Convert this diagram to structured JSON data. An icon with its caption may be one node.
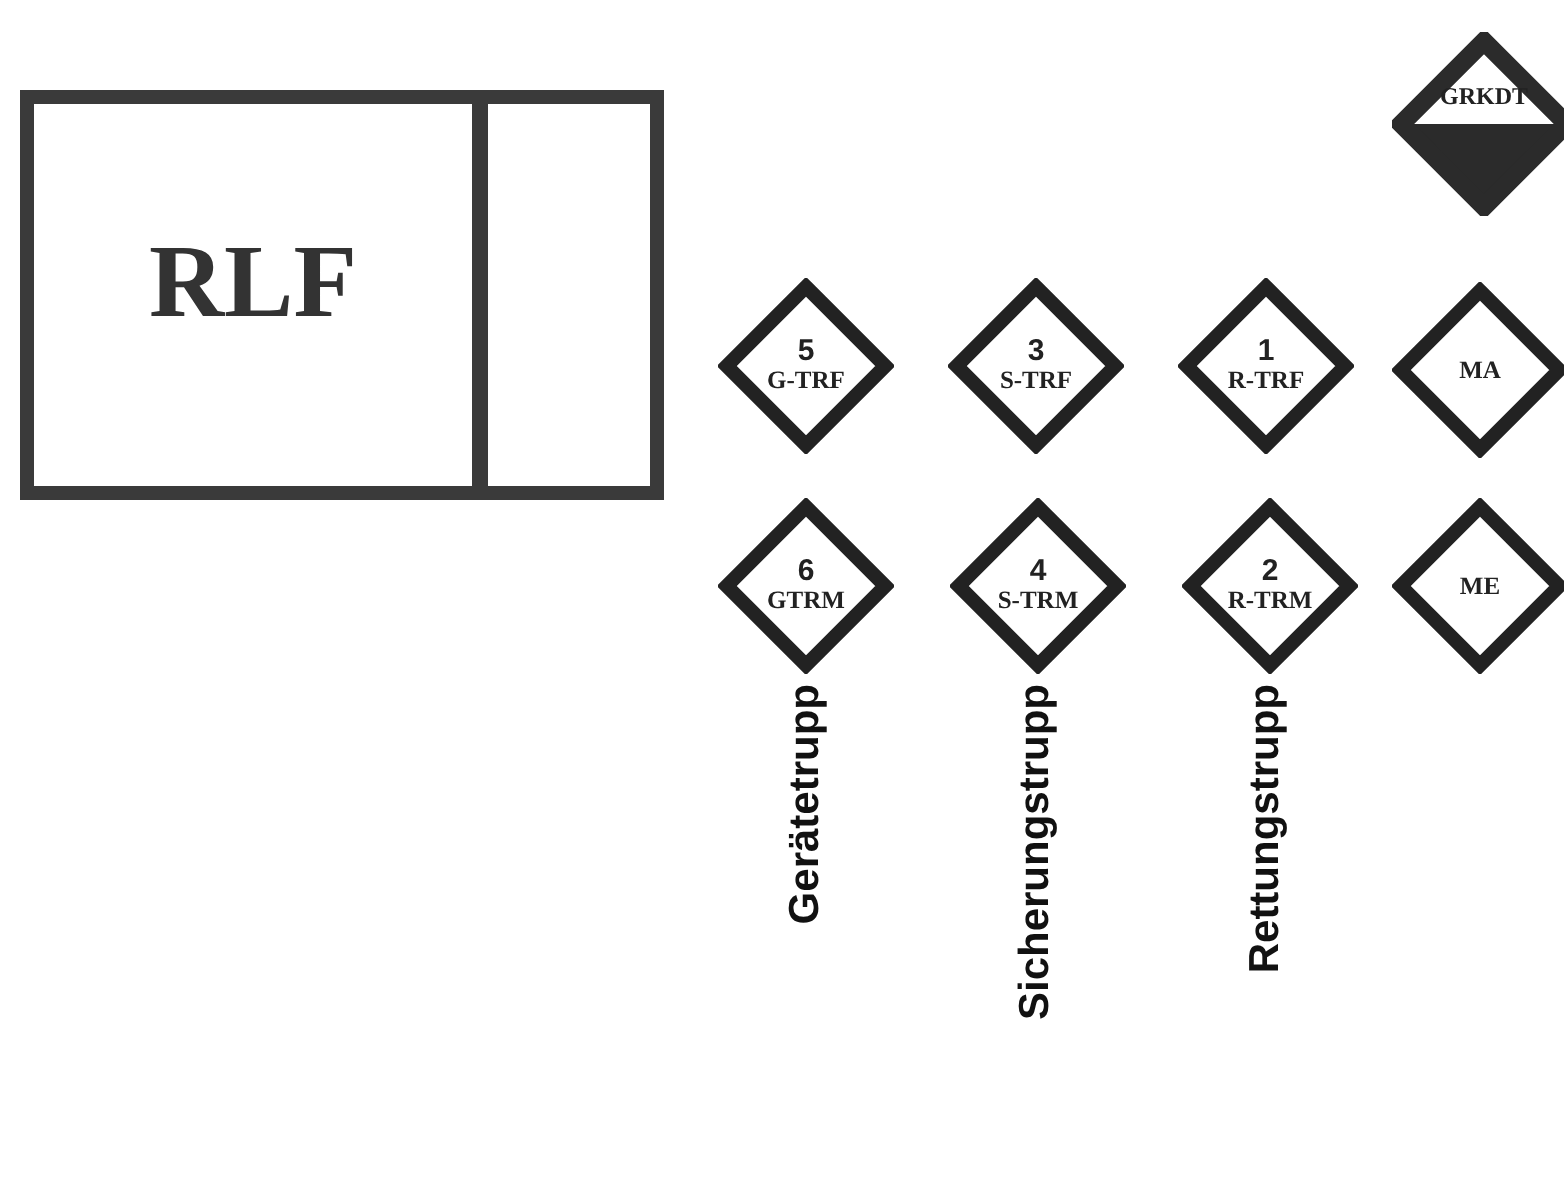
{
  "diagram": {
    "nodes": [
      {
        "text": [
          "RLF"
        ]
      },
      {
        "text": [
          "GRKDT"
        ]
      },
      {
        "text": [
          "5",
          "G-TRF"
        ]
      },
      {
        "text": [
          "3",
          "S-TRF"
        ]
      },
      {
        "text": [
          "1",
          "R-TRF"
        ]
      },
      {
        "text": [
          "MA"
        ]
      },
      {
        "text": [
          "6",
          "GTRM"
        ]
      },
      {
        "text": [
          "4",
          "S-TRM"
        ]
      },
      {
        "text": [
          "2",
          "R-TRM"
        ]
      },
      {
        "text": [
          "ME"
        ]
      }
    ],
    "labels": [
      "Gerätetrupp",
      "Sicherungstrupp",
      "Rettungstrupp"
    ]
  }
}
